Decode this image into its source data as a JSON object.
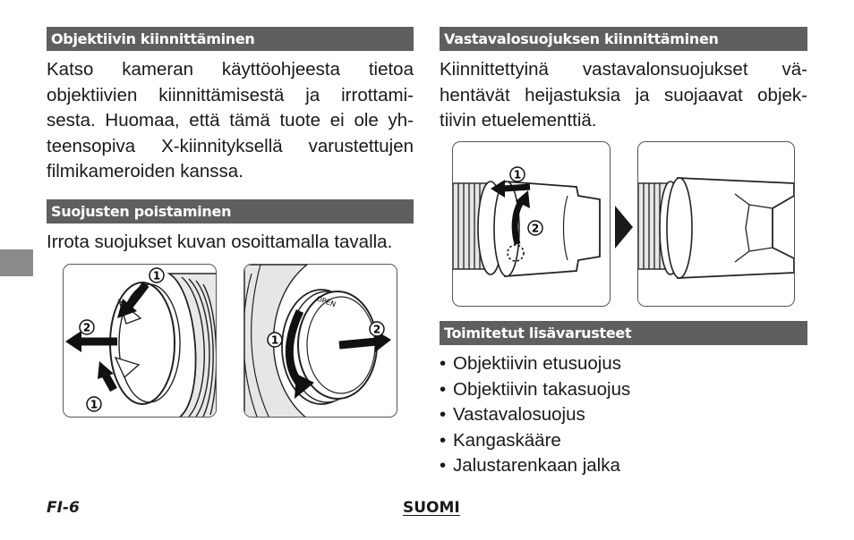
{
  "sections": {
    "mount_lens": {
      "heading": "Objektiivin kiinnittäminen",
      "lines": [
        "Katso kameran käyttöohjeesta tietoa",
        "objektiivien kiinnittämisestä ja irrottami-",
        "sesta. Huomaa, että tämä tuote ei ole yh-",
        "teensopiva X-kiinnityksellä varustettujen",
        "filmikameroiden kanssa."
      ]
    },
    "remove_caps": {
      "heading": "Suojusten poistaminen",
      "text": "Irrota suojukset kuvan osoittamalla tavalla."
    },
    "hood": {
      "heading": "Vastavalosuojuksen kiinnittäminen",
      "lines": [
        "Kiinnittettyinä vastavalonsuojukset vä-",
        "hentävät heijastuksia ja suojaavat objek-",
        "tiivin etuelementtiä."
      ]
    },
    "accessories": {
      "heading": "Toimitetut lisävarusteet",
      "items": [
        "Objektiivin etusuojus",
        "Objektiivin takasuojus",
        "Vastavalosuojus",
        "Kangaskääre",
        "Jalustarenkaan jalka"
      ]
    }
  },
  "figures": {
    "callout_1": "1",
    "callout_2": "2",
    "rear_cap_mark": "OPEN"
  },
  "footer": {
    "page": "FI-6",
    "language": "SUOMI"
  }
}
